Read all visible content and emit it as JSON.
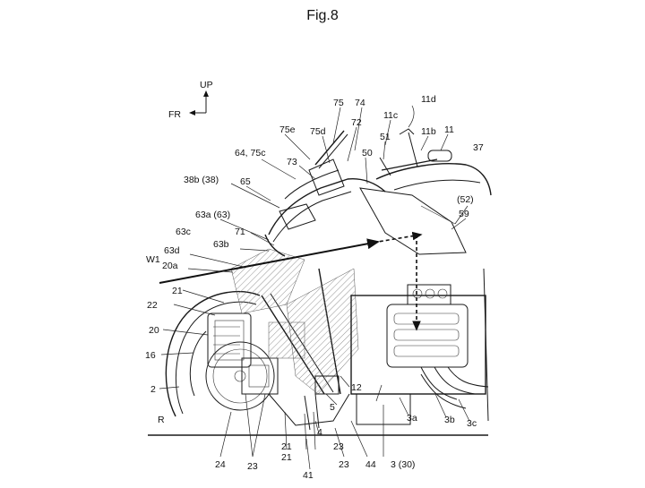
{
  "figure_title": "Fig.8",
  "orientation": {
    "up": "UP",
    "front": "FR"
  },
  "labels": {
    "l11d": "11d",
    "l75": "75",
    "l74": "74",
    "l11c": "11c",
    "l72": "72",
    "l75e": "75e",
    "l75d": "75d",
    "l51": "51",
    "l11b": "11b",
    "l11": "11",
    "l37": "37",
    "l64_75c": "64, 75c",
    "l73": "73",
    "l50": "50",
    "l38b": "38b (38)",
    "l65": "65",
    "l52": "(52)",
    "l59": "59",
    "l63a": "63a (63)",
    "l63c": "63c",
    "l71": "71",
    "l63b": "63b",
    "l63d": "63d",
    "lW1": "W1",
    "l20a": "20a",
    "l21a": "21",
    "l22": "22",
    "l20": "20",
    "l16": "16",
    "l2": "2",
    "l12": "12",
    "l5": "5",
    "l3a": "3a",
    "l3b": "3b",
    "l3c": "3c",
    "lR": "R",
    "l24": "24",
    "l23a": "23",
    "l21b": "21",
    "l21c": "21",
    "l4": "4",
    "l23b": "23",
    "l23c": "23",
    "l44": "44",
    "l41": "41",
    "l3_30": "3 (30)"
  }
}
